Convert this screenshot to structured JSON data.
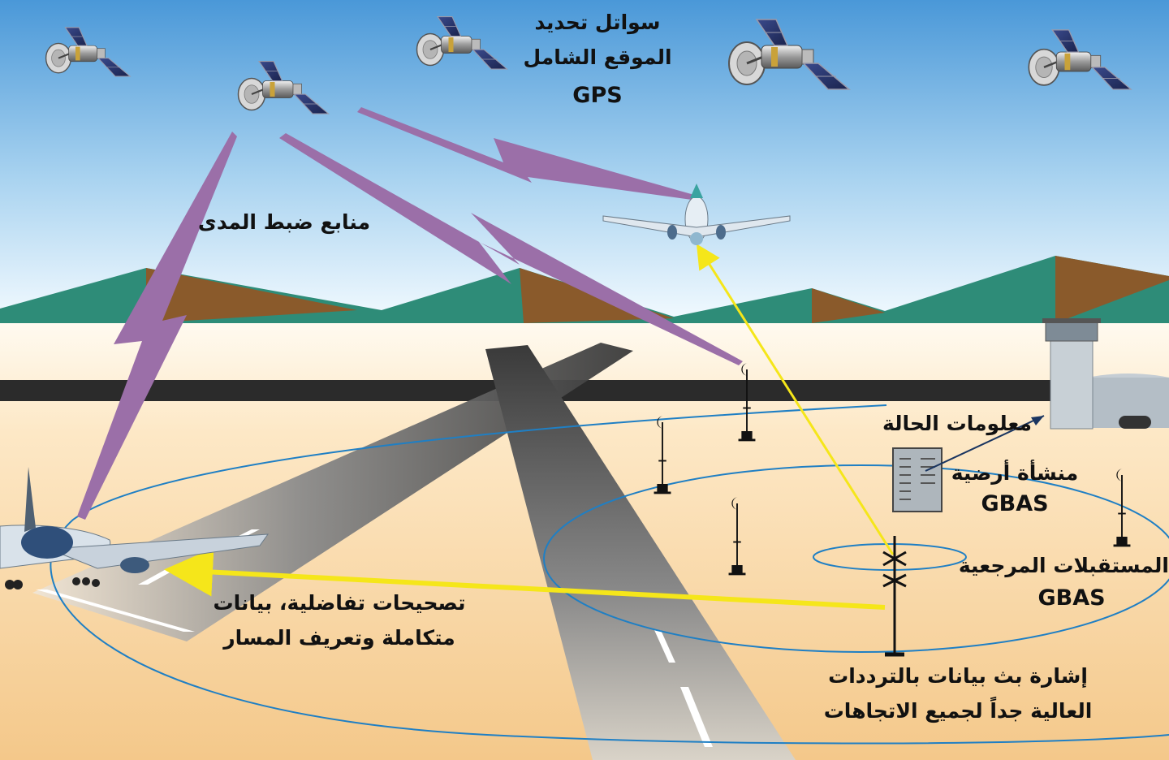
{
  "labels": {
    "gps_line1": "سواتل تحديد",
    "gps_line2": "الموقع الشامل",
    "gps_acronym": "GPS",
    "pseudolites": "منابع ضبط المدى",
    "status_info": "معلومات الحالة",
    "ground_facility": "منشأة أرضية",
    "ground_facility_acronym": "GBAS",
    "reference_receivers": "المستقبلات المرجعية",
    "reference_receivers_acronym": "GBAS",
    "corrections_line1": "تصحيحات تفاضلية، بيانات",
    "corrections_line2": "متكاملة وتعريف المسار",
    "vhf_line1": "إشارة بث بيانات بالترددات",
    "vhf_line2": "العالية جداً لجميع الاتجاهات"
  },
  "colors": {
    "sky_top": "#4a98d8",
    "sky_bottom": "#f4fbff",
    "mountain_green": "#2e8c78",
    "mountain_brown": "#8a5a2b",
    "ground_light": "#fffaf0",
    "ground_sand": "#f4c88a",
    "runway_dark": "#2b2b2b",
    "ranging_signal": "#9b6fa8",
    "data_link": "#f5e61a",
    "coverage_ring": "#1f7fc4"
  },
  "icons": {
    "satellite": "satellite-icon",
    "aircraft": "airplane-icon",
    "pseudolite": "pseudolite-antenna-icon",
    "control_tower": "control-tower-icon",
    "server": "server-rack-icon",
    "vhf_antenna": "vhf-antenna-icon"
  }
}
